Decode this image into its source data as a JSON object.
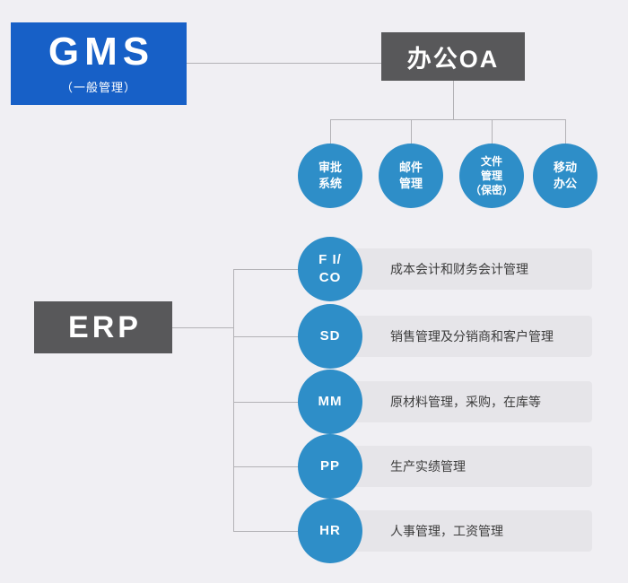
{
  "diagram": {
    "gms": {
      "title": "GMS",
      "subtitle": "（一般管理）"
    },
    "oa": {
      "title": "办公OA",
      "children": [
        {
          "label": "审批\n系统"
        },
        {
          "label": "邮件\n管理"
        },
        {
          "label": "文件\n管理\n（保密）"
        },
        {
          "label": "移动\n办公"
        }
      ]
    },
    "erp": {
      "title": "ERP",
      "modules": [
        {
          "code": "F I/\nCO",
          "desc": "成本会计和财务会计管理"
        },
        {
          "code": "SD",
          "desc": "销售管理及分销商和客户管理"
        },
        {
          "code": "MM",
          "desc": "原材料管理，采购，在库等"
        },
        {
          "code": "PP",
          "desc": "生产实绩管理"
        },
        {
          "code": "HR",
          "desc": "人事管理，工资管理"
        }
      ]
    }
  },
  "colors": {
    "background": "#f0eff3",
    "primary_blue": "#1760c7",
    "circle_blue": "#2e8ec8",
    "box_gray": "#58585a",
    "bar_gray": "#e6e5e9",
    "line_gray": "#b3b2b6",
    "text_dark": "#3c3c3c"
  }
}
